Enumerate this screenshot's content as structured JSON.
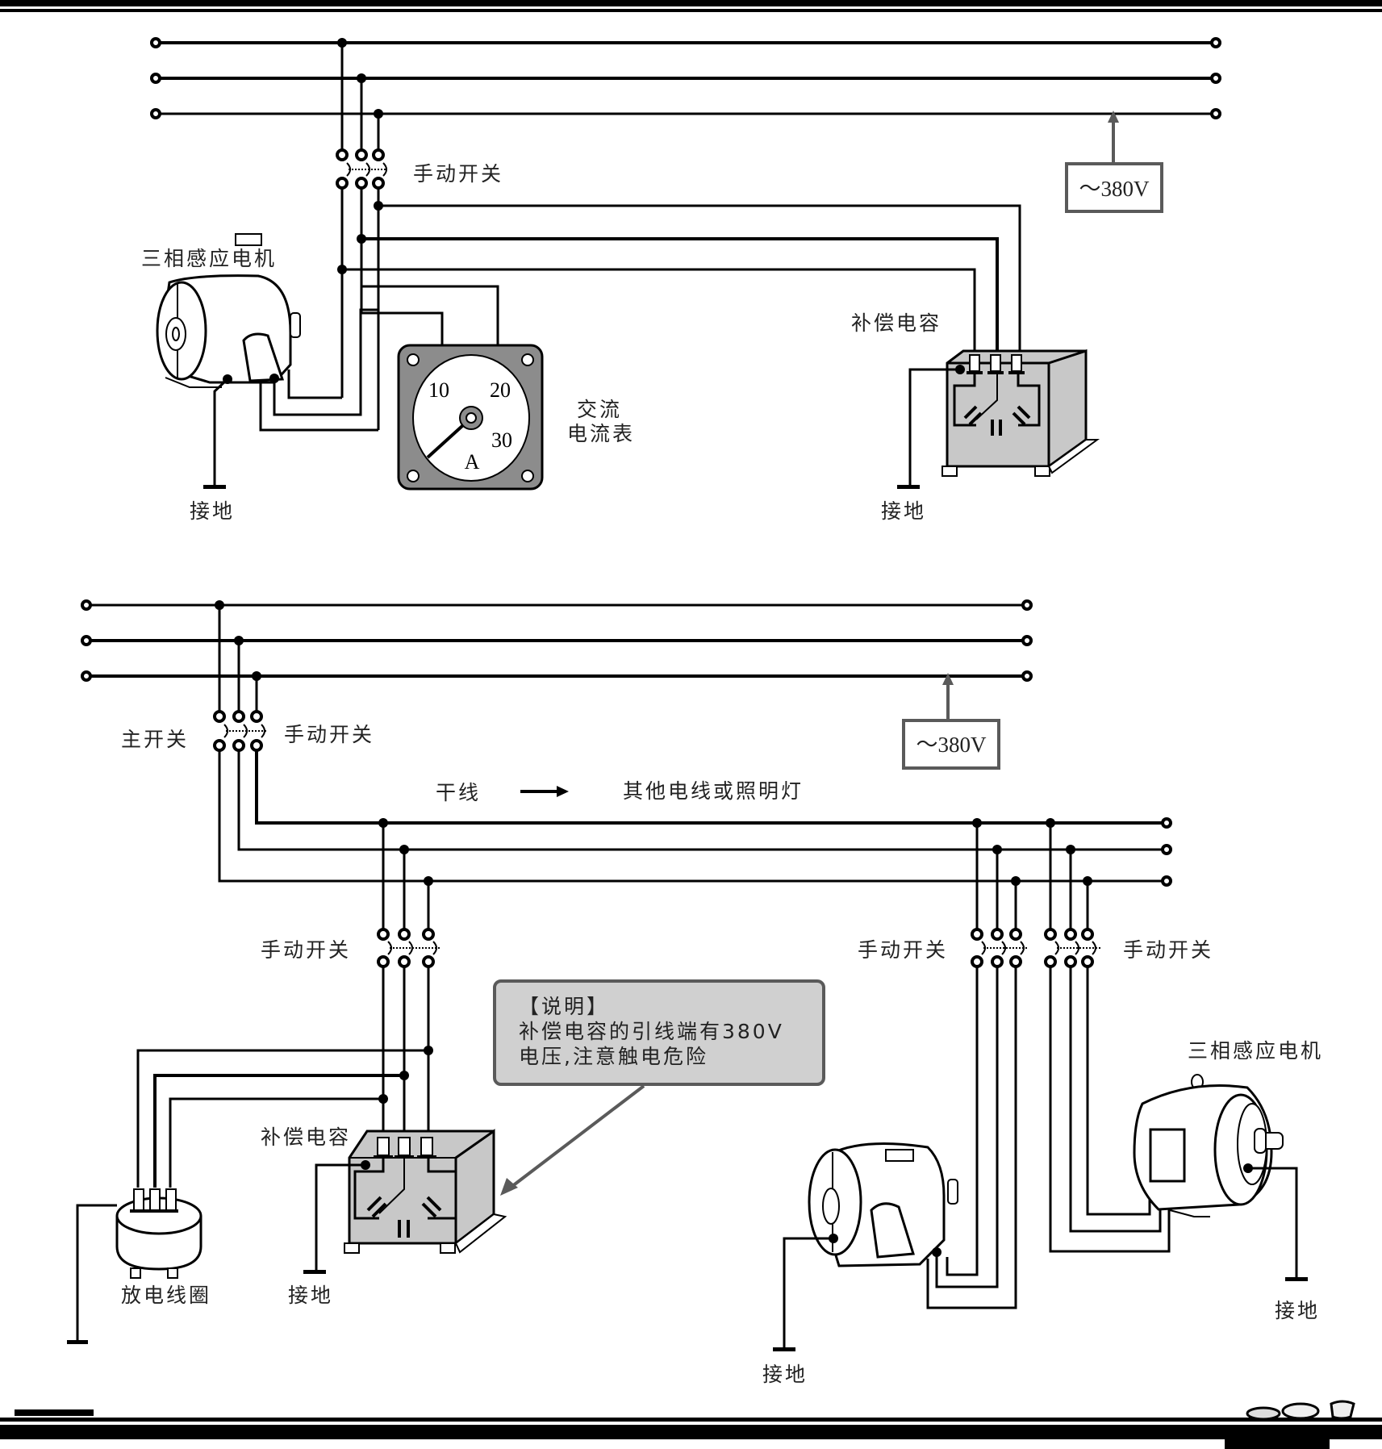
{
  "colors": {
    "ink": "#000000",
    "panel_gray": "#c8c8c8",
    "meter_gray": "#8c8c8c",
    "note_border": "#5a5a5a",
    "voltage_box_border": "#5a5a5a"
  },
  "top_diagram": {
    "switch_label": "手动开关",
    "voltage_label": "～380V",
    "motor_label": "三相感应电机",
    "capacitor_label": "补偿电容",
    "ammeter_label_line1": "交流",
    "ammeter_label_line2": "电流表",
    "ammeter_scale": [
      "10",
      "20",
      "30"
    ],
    "ammeter_unit": "A",
    "ground_label_left": "接地",
    "ground_label_right": "接地"
  },
  "bottom_diagram": {
    "main_switch_label": "主开关",
    "main_manual_switch_label": "手动开关",
    "voltage_label": "～380V",
    "trunk_label": "干线",
    "trunk_target_label": "其他电线或照明灯",
    "cap_switch_label": "手动开关",
    "motor1_switch_label": "手动开关",
    "motor2_switch_label": "手动开关",
    "note_title": "【说明】",
    "note_line1": "补偿电容的引线端有380V",
    "note_line2": "电压,注意触电危险",
    "capacitor_label": "补偿电容",
    "discharge_coil_label": "放电线圈",
    "ground_label_cap": "接地",
    "ground_label_motor1": "接地",
    "ground_label_motor2": "接地",
    "motor2_label": "三相感应电机"
  },
  "icons": {
    "terminal": "open-circle-terminal",
    "junction": "filled-junction-dot",
    "ground": "ground-bar",
    "switch": "three-pole-manual-switch",
    "motor": "three-phase-induction-motor",
    "ammeter": "ac-ammeter",
    "capacitor": "compensation-capacitor-box",
    "coil": "discharge-coil"
  }
}
